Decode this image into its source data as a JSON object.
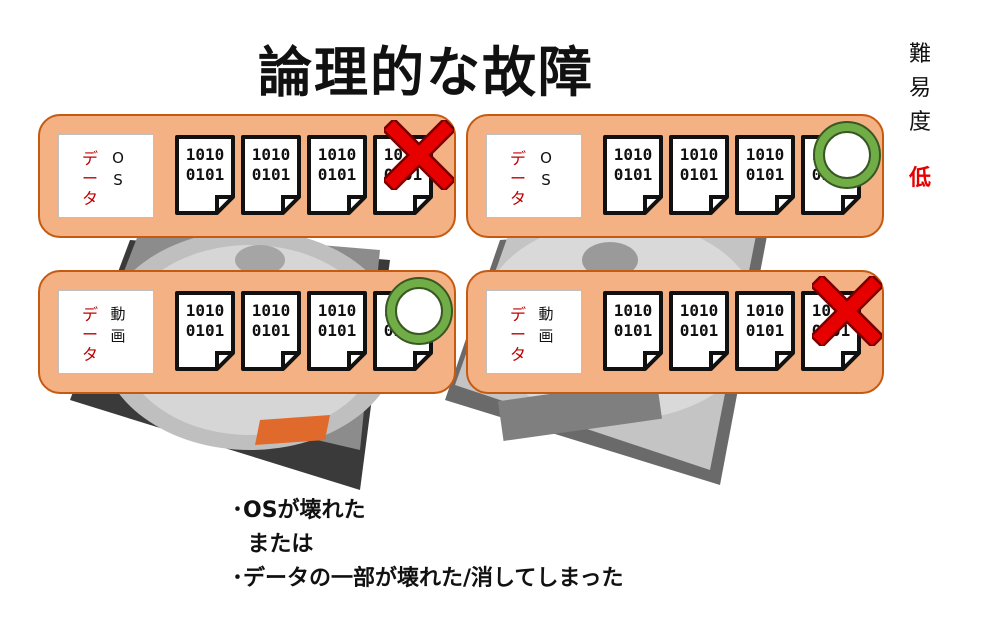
{
  "title": "論理的な故障",
  "difficulty": {
    "label_chars": [
      "難",
      "易",
      "度"
    ],
    "value": "低"
  },
  "panels": [
    {
      "data_chars": [
        "デ",
        "ー",
        "タ"
      ],
      "type_chars": [
        "O",
        "S"
      ],
      "file_text": [
        "1010",
        "0101"
      ],
      "marker": "cross",
      "marker_color": "#e60000"
    },
    {
      "data_chars": [
        "デ",
        "ー",
        "タ"
      ],
      "type_chars": [
        "O",
        "S"
      ],
      "file_text": [
        "1010",
        "0101"
      ],
      "marker": "circle",
      "marker_color": "#70ad47"
    },
    {
      "data_chars": [
        "デ",
        "ー",
        "タ"
      ],
      "type_chars": [
        "動",
        "画"
      ],
      "file_text": [
        "1010",
        "0101"
      ],
      "marker": "circle",
      "marker_color": "#70ad47"
    },
    {
      "data_chars": [
        "デ",
        "ー",
        "タ"
      ],
      "type_chars": [
        "動",
        "画"
      ],
      "file_text": [
        "1010",
        "0101"
      ],
      "marker": "cross",
      "marker_color": "#e60000"
    }
  ],
  "bullets": {
    "line1": "･OSが壊れた",
    "line2": "  または",
    "line3": "･データの一部が壊れた/消してしまった"
  },
  "colors": {
    "panel_fill": "#f4b183",
    "panel_border": "#c55a11",
    "red_text": "#c00000"
  }
}
